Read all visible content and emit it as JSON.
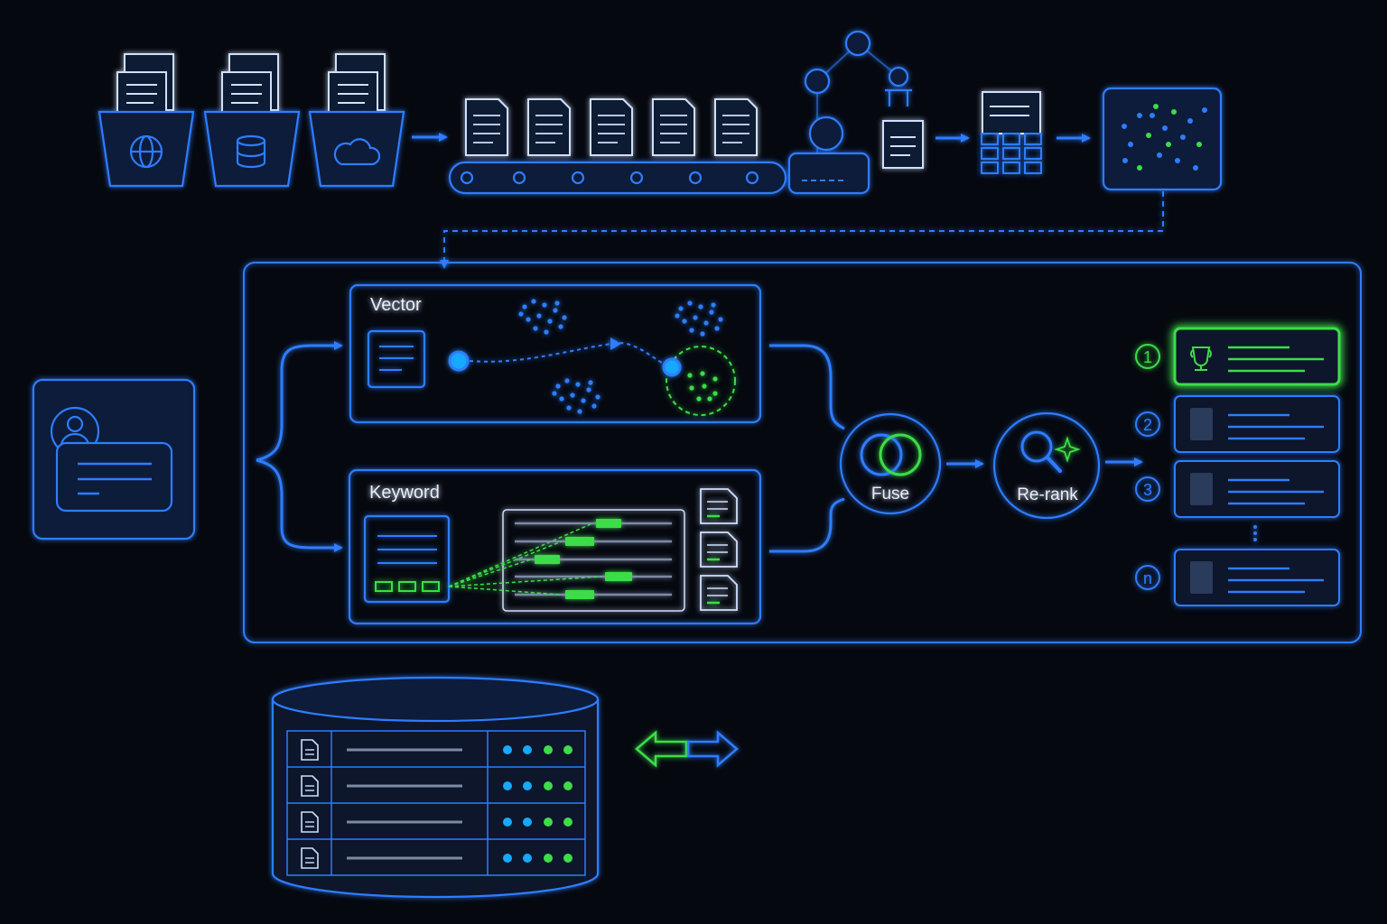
{
  "colors": {
    "background": "#05080f",
    "primary_blue": "#2f7dff",
    "accent_green": "#3ddc4a",
    "paper_white": "#cfe0ff",
    "panel_fill": "#0a1a3a"
  },
  "ingestion": {
    "sources": [
      {
        "icon": "globe-icon"
      },
      {
        "icon": "database-icon"
      },
      {
        "icon": "cloud-icon"
      }
    ],
    "conveyor_document_count": 5
  },
  "retrieval": {
    "vector_label": "Vector",
    "keyword_label": "Keyword",
    "fuse_label": "Fuse",
    "rerank_label": "Re-rank"
  },
  "results": {
    "ranks": [
      "1",
      "2",
      "3",
      "n"
    ],
    "top_icon": "trophy-icon"
  },
  "store": {
    "row_count": 4
  }
}
